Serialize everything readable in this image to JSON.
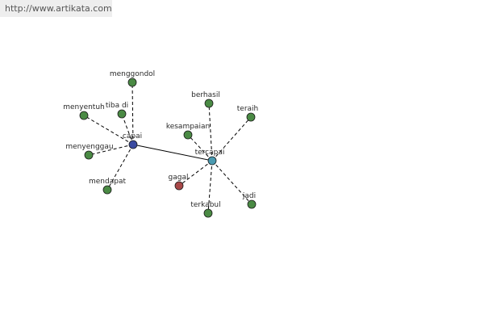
{
  "header": {
    "url": "http://www.artikata.com"
  },
  "colors": {
    "related": "#4a8a44",
    "hub_primary": "#3a4aa0",
    "hub_secondary": "#4a9ab0",
    "antonym": "#a84848"
  },
  "graph": {
    "hubs": {
      "primary": "capai",
      "secondary": "tercapai"
    },
    "words": {
      "menggondol": "menggondol",
      "menyentuh": "menyentuh",
      "tiba_di": "tiba di",
      "menyenggau": "menyenggau",
      "mendapat": "mendapat",
      "berhasil": "berhasil",
      "terraih": "teraih",
      "kesampaian": "kesampaian",
      "gagal": "gagal",
      "terkabul": "terkabul",
      "jadi": "jadi"
    }
  }
}
